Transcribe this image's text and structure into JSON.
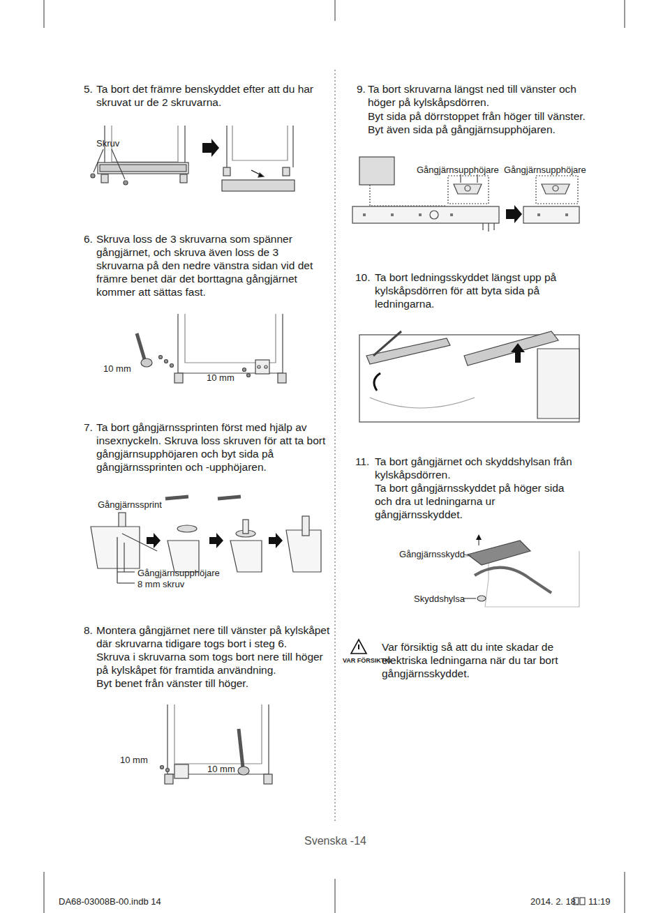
{
  "diagram": {
    "labels": [
      "5.",
      "Ta bort det främre benskyddet efter att du har skruvat ur de 2 skruvarna.",
      "Skruv",
      "6.",
      "Skruva loss de 3 skruvarna som spänner gångjärnet, och skruva även loss de 3 skruvarna på den nedre vänstra sidan vid det främre benet där det borttagna gångjärnet kommer att sättas fast.",
      "10 mm",
      "10 mm",
      "7.",
      "Ta bort gångjärnssprinten först med hjälp av insexnyckeln. Skruva loss skruven för att ta bort gångjärnsupphöjaren och byt sida på gångjärnssprinten och -upphöjaren.",
      "Gångjärnssprint",
      "Gångjärnsupphöjare",
      "8 mm skruv",
      "8.",
      "Montera gångjärnet nere till vänster på kylskåpet där skruvarna tidigare togs bort i steg 6.",
      "Skruva i skruvarna som togs bort nere till höger på kylskåpet för framtida användning.",
      "Byt benet från vänster till höger.",
      "10 mm",
      "10 mm",
      "9.",
      "Ta bort skruvarna längst ned till vänster och höger på kylskåpsdörren.",
      "Byt sida på dörrstoppet från höger till vänster.",
      "Byt även sida på gångjärnsupphöjaren.",
      "Gångjärnsupphöjare",
      "Gångjärnsupphöjare",
      "10.",
      "Ta bort ledningsskyddet längst upp på kylskåpsdörren för att byta sida på ledningarna.",
      "11.",
      "Ta bort gångjärnet och skyddshylsan från kylskåpsdörren.",
      "Ta bort gångjärnsskyddet på höger sida och dra ut ledningarna ur gångjärnsskyddet.",
      "Gångjärnsskydd",
      "Skyddshylsa",
      "VAR FÖRSIKTIG",
      "Var försiktig så att du inte skadar de elektriska ledningarna när du tar bort gångjärnsskyddet.",
      "Svenska -14",
      "DA68-03008B-00.indb 14",
      "2014. 2. 18.",
      "11:19"
    ]
  }
}
